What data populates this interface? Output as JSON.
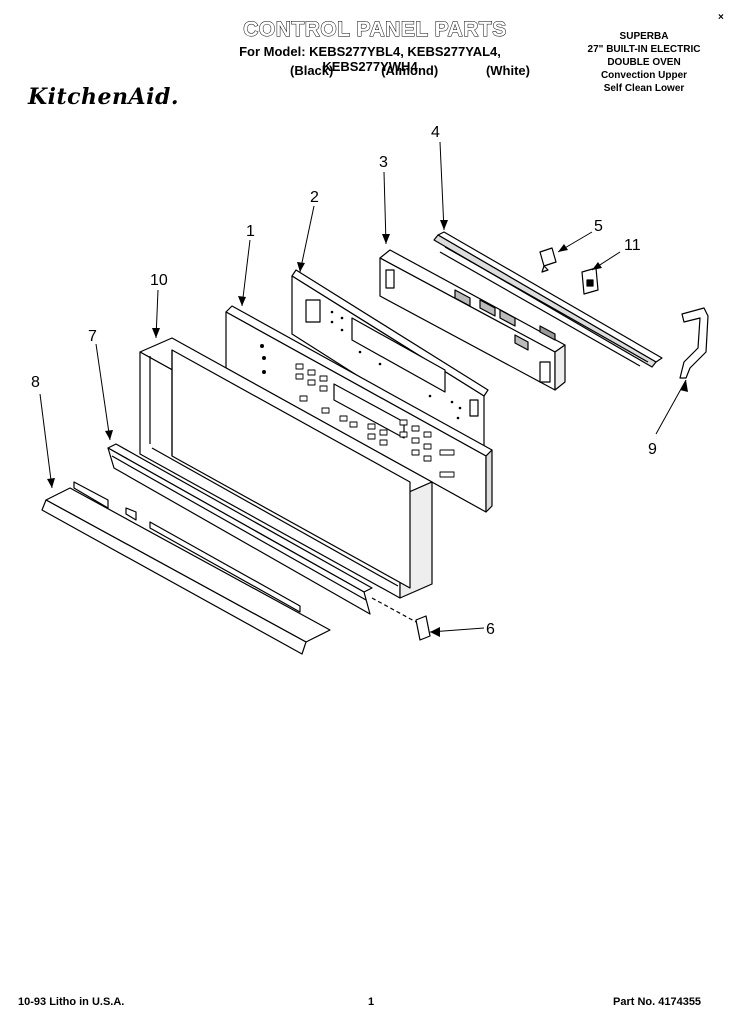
{
  "header": {
    "title": "CONTROL PANEL PARTS",
    "model_line": "For Model: KEBS277YBL4, KEBS277YAL4, KEBS277YWH4",
    "colors": [
      "(Black)",
      "(Almond)",
      "(White)"
    ],
    "brand": "KitchenAid."
  },
  "product_info": {
    "line1": "SUPERBA",
    "line2": "27\" BUILT-IN ELECTRIC",
    "line3": "DOUBLE OVEN",
    "line4": "Convection Upper",
    "line5": "Self Clean Lower"
  },
  "corner_mark": "×",
  "diagram": {
    "callouts": {
      "c1": "1",
      "c2": "2",
      "c3": "3",
      "c4": "4",
      "c5": "5",
      "c6": "6",
      "c7": "7",
      "c8": "8",
      "c9": "9",
      "c10": "10",
      "c11": "11"
    }
  },
  "footer": {
    "left": "10-93 Litho in U.S.A.",
    "page": "1",
    "part_no": "Part No. 4174355"
  }
}
